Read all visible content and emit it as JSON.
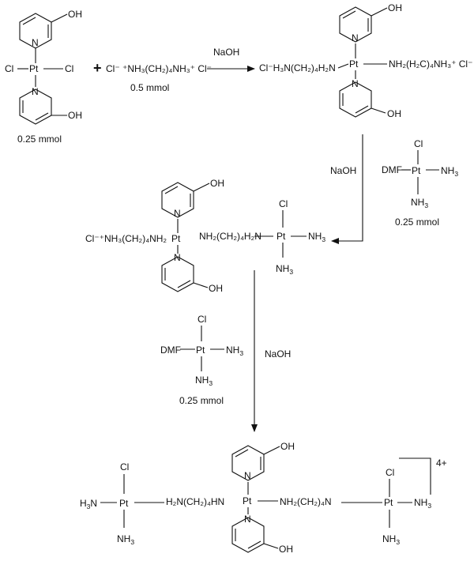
{
  "scheme": {
    "elements": {
      "pt": "Pt",
      "n": "N",
      "oh": "OH",
      "cl": "Cl",
      "dmf": "DMF",
      "plus": "+"
    },
    "amine": {
      "nh3": "NH",
      "sub3": "3",
      "sub2": "2",
      "sub4": "4",
      "nh2": "NH",
      "ch2": "(CH",
      "close": ")",
      "h3n": "H",
      "h2n": "H",
      "superplus": "+",
      "superminus": "−"
    },
    "reagents": {
      "step1": "NaOH",
      "step2": "NaOH",
      "step3": "NaOH"
    },
    "amounts": {
      "cis_pt": "0.25 mmol",
      "diamine": "0.5 mmol",
      "pt_dmf_1": "0.25 mmol",
      "pt_dmf_2": "0.25 mmol"
    },
    "charge": "4+",
    "text": {
      "diamine": "Cl⁻ ⁺NH₃(CH₂)₄NH₃⁺ Cl⁻",
      "leftchain": "Cl⁻H₃N(CH₂)₄H₂N",
      "rightchain": "NH₂(H₂C)₄NH₃⁺ Cl⁻",
      "mid_leftchain": "Cl⁻⁺NH₃(CH₂)₄NH₂",
      "bridge": "NH₂(CH₂)₄H₂N",
      "final_left": "H₂N(CH₂)₄HN",
      "final_right": "NH₂(CH₂)₄N"
    }
  }
}
